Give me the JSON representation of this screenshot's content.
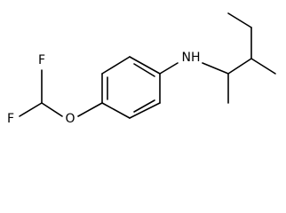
{
  "molecule": {
    "atoms": {
      "f_top": "F",
      "f_bottom": "F",
      "oxygen": "O",
      "amine": "NH"
    }
  },
  "colors": {
    "bond": "#000000",
    "label": "#000000",
    "background": "#ffffff"
  }
}
